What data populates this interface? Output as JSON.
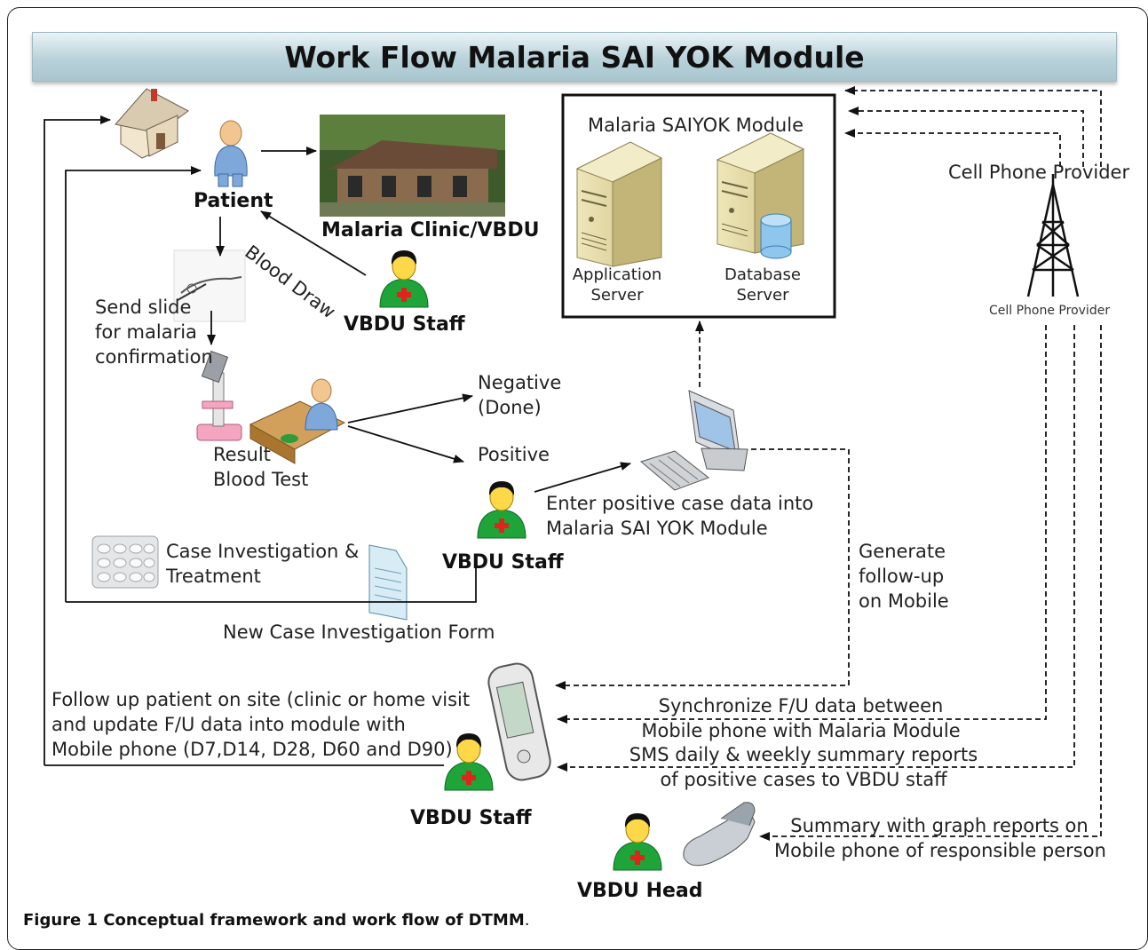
{
  "title": "Work Flow Malaria SAI YOK Module",
  "module_box": {
    "title": "Malaria SAIYOK Module",
    "app_server_line1": "Application",
    "app_server_line2": "Server",
    "db_server_line1": "Database",
    "db_server_line2": "Server"
  },
  "cell_phone_provider": "Cell Phone Provider",
  "tower_caption": "Cell Phone Provider",
  "patient": "Patient",
  "clinic": "Malaria Clinic/VBDU",
  "blood_draw": "Blood Draw",
  "vbdu_staff_1": "VBDU Staff",
  "send_slide": [
    "Send slide",
    "for malaria",
    "confirmation"
  ],
  "result_blood_test": [
    "Result",
    "Blood Test"
  ],
  "negative": [
    "Negative",
    "(Done)"
  ],
  "positive": "Positive",
  "vbdu_staff_2": "VBDU Staff",
  "enter_case": [
    "Enter positive case data into",
    "Malaria SAI YOK Module"
  ],
  "case_investigation": [
    "Case Investigation &",
    "Treatment"
  ],
  "new_case_form": "New Case Investigation Form",
  "generate_followup": [
    "Generate",
    "follow-up",
    "on Mobile"
  ],
  "follow_up": [
    "Follow up patient on site (clinic or home visit",
    "and update F/U data into module with",
    "Mobile phone (D7,D14, D28, D60 and D90)"
  ],
  "sync": [
    "Synchronize F/U data between",
    "Mobile phone with Malaria Module"
  ],
  "sms": [
    "SMS daily & weekly summary reports",
    "of  positive cases to VBDU staff"
  ],
  "vbdu_staff_3": "VBDU Staff",
  "summary": [
    "Summary with graph reports on",
    "Mobile phone of responsible person"
  ],
  "vbdu_head": "VBDU Head",
  "caption_label": "Figure 1",
  "caption_text": " Conceptual framework and work flow of DTMM",
  "caption_end": ".",
  "colors": {
    "banner": "#b9d2da",
    "staff_green": "#1fa43a",
    "cross_red": "#e0241b",
    "server_tan": "#d9cf9a"
  }
}
